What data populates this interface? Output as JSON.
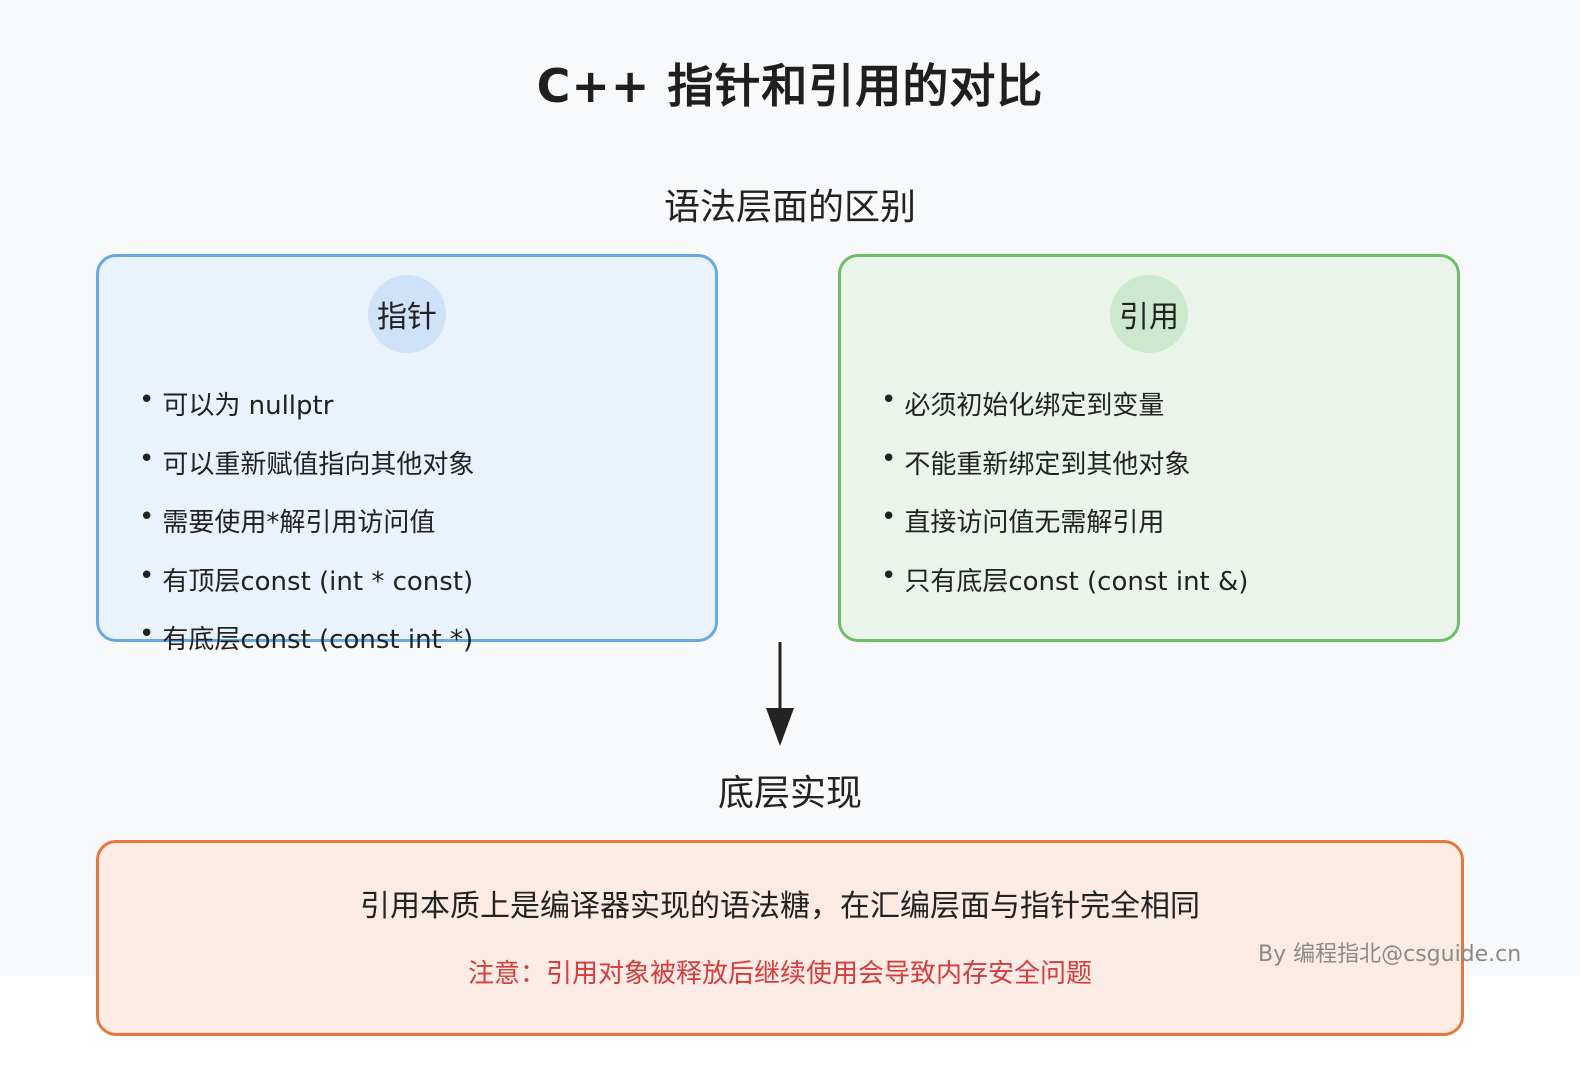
{
  "title": "C++ 指针和引用的对比",
  "section_syntax": "语法层面的区别",
  "pointer": {
    "label": "指针",
    "items": [
      "可以为 nullptr",
      "可以重新赋值指向其他对象",
      "需要使用*解引用访问值",
      "有顶层const (int * const)",
      "有底层const (const int *)"
    ]
  },
  "reference": {
    "label": "引用",
    "items": [
      "必须初始化绑定到变量",
      "不能重新绑定到其他对象",
      "直接访问值无需解引用",
      "只有底层const (const int &)"
    ]
  },
  "section_impl": "底层实现",
  "impl": {
    "text": "引用本质上是编译器实现的语法糖，在汇编层面与指针完全相同",
    "note": "注意：引用对象被释放后继续使用会导致内存安全问题"
  },
  "watermark": "By 编程指北@csguide.cn",
  "colors": {
    "pointer_border": "#66a9ea",
    "reference_border": "#6cc06c",
    "impl_border": "#e8773c",
    "note_text": "#d83b3b"
  }
}
